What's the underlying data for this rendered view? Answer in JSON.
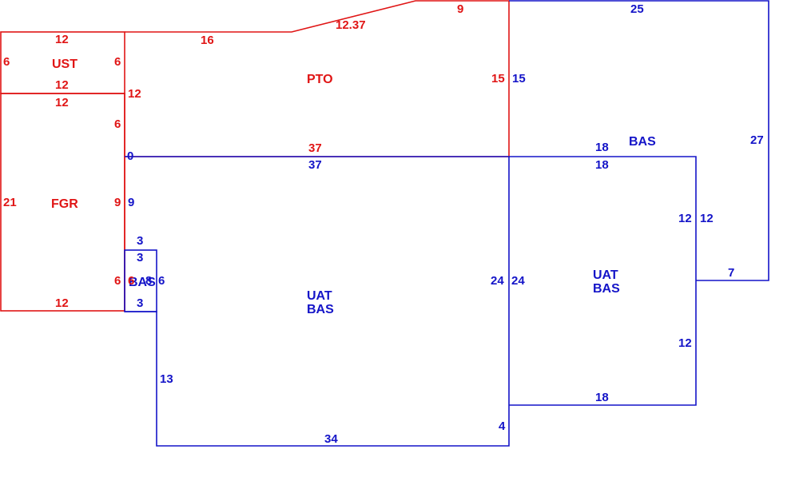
{
  "colors": {
    "red": "#e01515",
    "blue": "#1414c8",
    "background": "#ffffff"
  },
  "areas": {
    "ust": "UST",
    "fgr": "FGR",
    "pto": "PTO",
    "uat_bas_main_line1": "UAT",
    "uat_bas_main_line2": "BAS",
    "uat_bas_right_line1": "UAT",
    "uat_bas_right_line2": "BAS",
    "bas_upper": "BAS",
    "bas_small": "BAS"
  },
  "dims_red": {
    "ust_top": "12",
    "ust_left": "6",
    "ust_right": "6",
    "ust_bottom": "12",
    "fgr_top": "12",
    "fgr_left": "21",
    "fgr_right_upper": "6",
    "fgr_right_lower": "9",
    "fgr_right_bottom": "6",
    "fgr_bottom": "12",
    "pto_top": "16",
    "pto_slope": "12.37",
    "pto_top_right": "9",
    "pto_right": "15",
    "pto_left": "12",
    "pto_bottom": "37",
    "bas_small_left": "6"
  },
  "dims_blue": {
    "main_corner": "0",
    "main_top": "37",
    "main_left_upper": "9",
    "small_top_outer": "3",
    "small_top_inner": "3",
    "small_side_a": "8",
    "small_side_b": "6",
    "small_bottom": "3",
    "main_left_lower": "13",
    "main_bottom": "34",
    "main_right_bottom": "4",
    "main_right": "24",
    "right_left": "24",
    "right_top_outer": "18",
    "right_top_inner": "18",
    "right_right_upper_inner": "12",
    "right_right_upper_outer": "12",
    "right_right_lower": "12",
    "right_bottom": "18",
    "upper_left": "15",
    "upper_top": "25",
    "upper_right": "27",
    "upper_bottom": "7"
  }
}
